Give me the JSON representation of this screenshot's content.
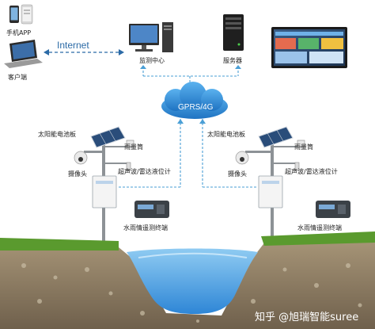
{
  "devices": {
    "mobile_app": "手机APP",
    "client": "客户端",
    "internet": "Internet",
    "monitoring_center": "监测中心",
    "server": "服务器",
    "cloud": "GPRS/4G"
  },
  "left_station": {
    "solar_panel": "太阳能电池板",
    "rain_gauge": "雨量筒",
    "camera": "摄像头",
    "level_meter": "超声波/雷达液位计",
    "terminal": "水雨情遥测终端"
  },
  "right_station": {
    "solar_panel": "太阳能电池板",
    "rain_gauge": "雨量筒",
    "camera": "摄像头",
    "level_meter": "超声波/雷达液位计",
    "terminal": "水雨情遥测终端"
  },
  "watermark": "知乎 @旭瑞智能suree",
  "colors": {
    "dashed_line": "#4a9fd6",
    "cloud": "#2f8fd8",
    "water": "#5aa9e6",
    "grass": "#5a9a2e",
    "soil": "#8a7a62"
  }
}
